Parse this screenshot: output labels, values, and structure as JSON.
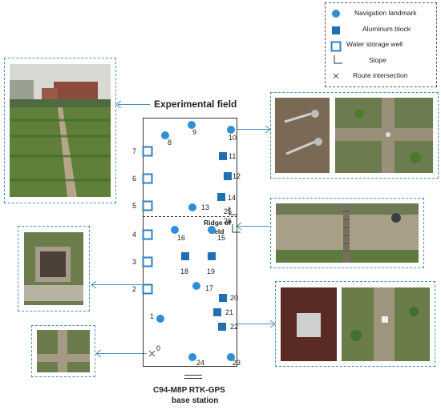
{
  "legend": {
    "items": [
      {
        "key": "landmark",
        "label": "Navigation landmark"
      },
      {
        "key": "block",
        "label": "Aluminum block"
      },
      {
        "key": "well",
        "label": "Water storage well"
      },
      {
        "key": "slope",
        "label": "Slope"
      },
      {
        "key": "route",
        "label": "Route intersection"
      }
    ]
  },
  "field": {
    "title": "Experimental field",
    "ridge_label_line1": "Ridge of",
    "ridge_label_line2": "field"
  },
  "station": {
    "line1": "C94-M8P RTK-GPS",
    "line2": "base station"
  },
  "landmarks": [
    {
      "id": "8",
      "label": "8"
    },
    {
      "id": "9",
      "label": "9"
    },
    {
      "id": "10",
      "label": "10"
    },
    {
      "id": "13",
      "label": "13"
    },
    {
      "id": "16",
      "label": "16"
    },
    {
      "id": "15",
      "label": "15"
    },
    {
      "id": "17",
      "label": "17"
    },
    {
      "id": "1",
      "label": "1"
    },
    {
      "id": "24",
      "label": "24"
    },
    {
      "id": "23",
      "label": "23"
    }
  ],
  "blocks": [
    {
      "id": "11",
      "label": "11"
    },
    {
      "id": "12",
      "label": "12"
    },
    {
      "id": "14",
      "label": "14"
    },
    {
      "id": "18",
      "label": "18"
    },
    {
      "id": "19",
      "label": "19"
    },
    {
      "id": "20",
      "label": "20"
    },
    {
      "id": "21",
      "label": "21"
    },
    {
      "id": "22",
      "label": "22"
    }
  ],
  "wells": [
    {
      "id": "7",
      "label": "7"
    },
    {
      "id": "6",
      "label": "6"
    },
    {
      "id": "5",
      "label": "5"
    },
    {
      "id": "4",
      "label": "4"
    },
    {
      "id": "3",
      "label": "3"
    },
    {
      "id": "2",
      "label": "2"
    }
  ],
  "slopes": [
    {
      "id": "25",
      "label": "25"
    },
    {
      "id": "26",
      "label": "26"
    }
  ],
  "route": {
    "id": "0",
    "label": "0"
  },
  "colors": {
    "landmark": "#2f8fd6",
    "block": "#1f6fb2",
    "well_border": "#2f7fc1",
    "dash": "#4a90c2"
  }
}
